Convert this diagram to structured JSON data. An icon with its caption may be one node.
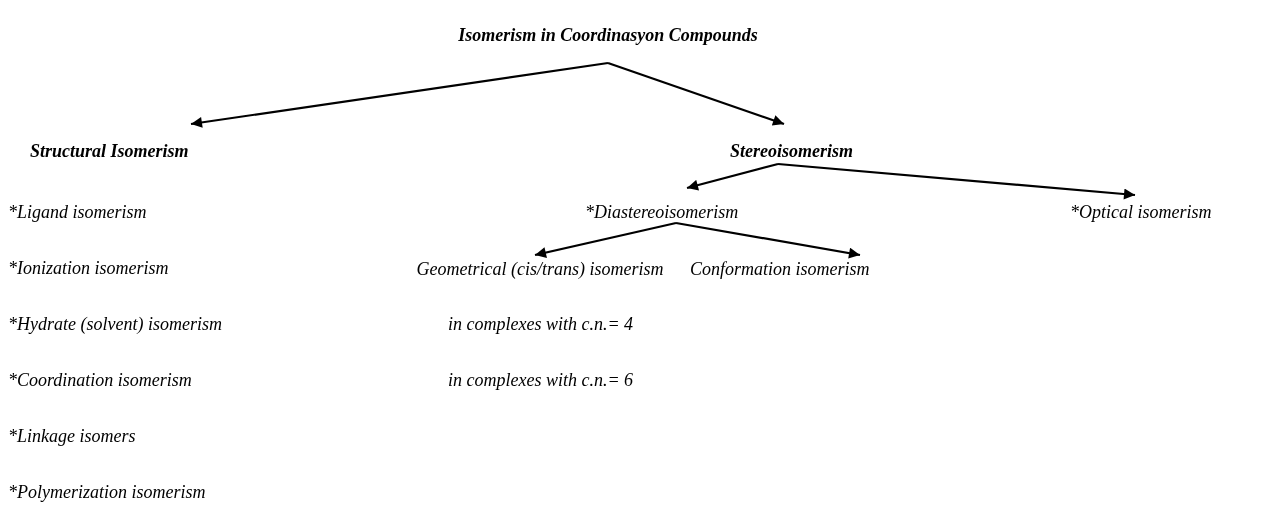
{
  "diagram": {
    "nodes": [
      {
        "text": [
          "Isomerism in Coordinasyon Compounds"
        ]
      },
      {
        "text": [
          "Structural Isomerism"
        ]
      },
      {
        "text": [
          "Stereoisomerism"
        ]
      },
      {
        "text": [
          "*Diastereoisomerism"
        ]
      },
      {
        "text": [
          "*Optical isomerism"
        ]
      },
      {
        "text": [
          "Geometrical (cis/trans) isomerism"
        ]
      },
      {
        "text": [
          "Conformation isomerism"
        ]
      }
    ],
    "edges": [
      {
        "from": 0,
        "to": 1,
        "arrow": "to"
      },
      {
        "from": 0,
        "to": 2,
        "arrow": "to"
      },
      {
        "from": 2,
        "to": 3,
        "arrow": "to"
      },
      {
        "from": 2,
        "to": 4,
        "arrow": "to"
      },
      {
        "from": 3,
        "to": 5,
        "arrow": "to"
      },
      {
        "from": 3,
        "to": 6,
        "arrow": "to"
      }
    ],
    "labels": [
      "*Ligand isomerism",
      "*Ionization isomerism",
      "*Hydrate (solvent) isomerism",
      "in complexes with c.n.= 4",
      "*Coordination isomerism",
      "in complexes with c.n.= 6",
      "*Linkage isomers",
      "*Polymerization isomerism"
    ]
  }
}
